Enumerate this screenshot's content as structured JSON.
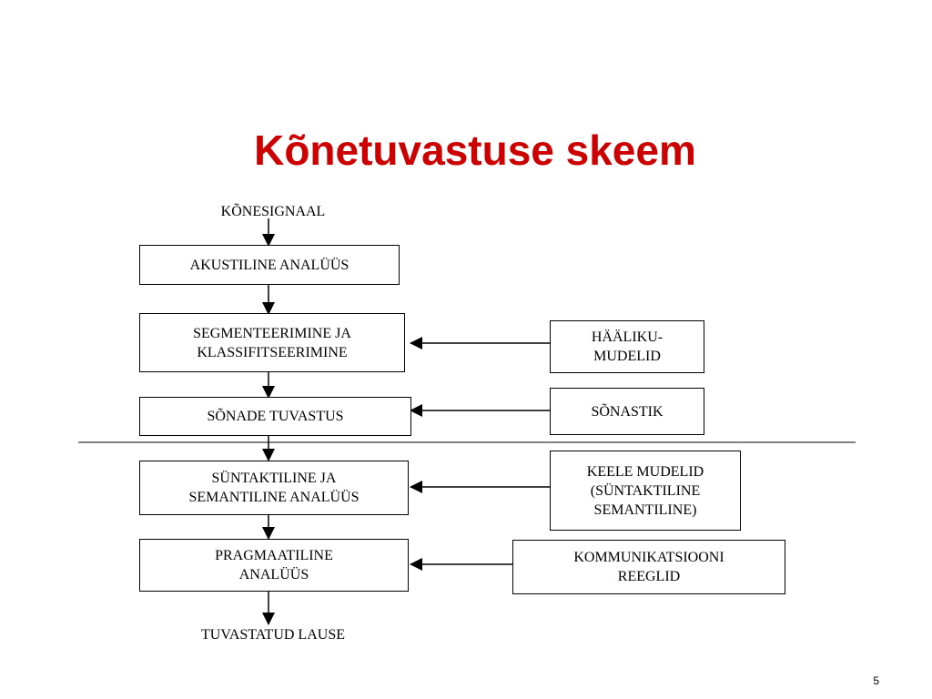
{
  "title": "Kõnetuvastuse skeem",
  "flow": {
    "input": "KÕNESIGNAAL",
    "steps": [
      "AKUSTILINE ANALÜÜS",
      "SEGMENTEERIMINE JA\nKLASSIFITSEERIMINE",
      "SÕNADE TUVASTUS",
      "SÜNTAKTILINE JA\nSEMANTILINE ANALÜÜS",
      "PRAGMAATILINE\nANALÜÜS"
    ],
    "output": "TUVASTATUD LAUSE"
  },
  "knowledge": [
    "HÄÄLIKU-\nMUDELID",
    "SÕNASTIK",
    "KEELE MUDELID\n(SÜNTAKTILINE\nSEMANTILINE)",
    "KOMMUNIKATSIOONI\nREEGLID"
  ],
  "page_number": "5"
}
